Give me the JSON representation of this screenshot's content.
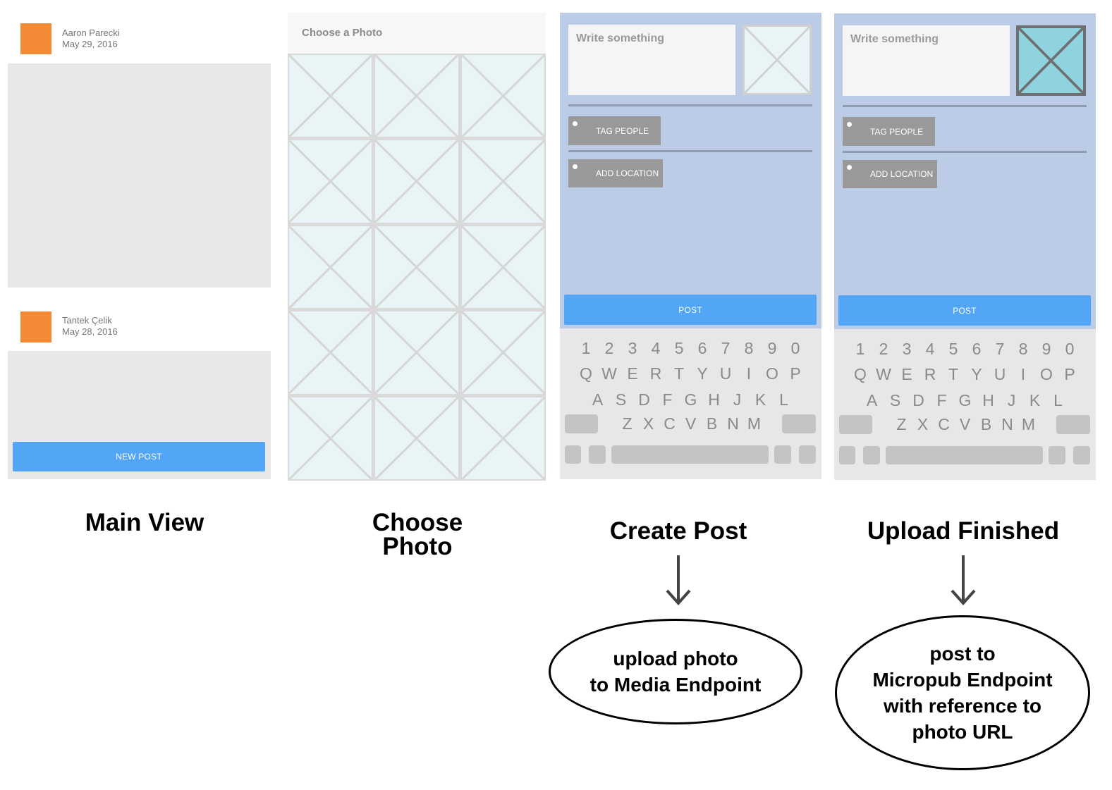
{
  "colors": {
    "accent_avatar": "#f28a36",
    "button_blue": "#52a6f5",
    "compose_bg": "#bdcce6",
    "placeholder_gray": "#e7e7e7",
    "photo_selected": "#8fd3df"
  },
  "main_view": {
    "posts": [
      {
        "author": "Aaron Parecki",
        "date": "May 29, 2016"
      },
      {
        "author": "Tantek Çelik",
        "date": "May 28, 2016"
      }
    ],
    "new_post_label": "NEW POST",
    "label": "Main View"
  },
  "choose_photo": {
    "header": "Choose a Photo",
    "label_line1": "Choose",
    "label_line2": "Photo",
    "thumbnail_icon": "image-placeholder-icon"
  },
  "create_post": {
    "placeholder": "Write something",
    "tag_people": "TAG PEOPLE",
    "add_location": "ADD LOCATION",
    "post_label": "POST",
    "label": "Create Post",
    "note_line1": "upload photo",
    "note_line2": "to Media Endpoint"
  },
  "upload_finished": {
    "placeholder": "Write something",
    "tag_people": "TAG PEOPLE",
    "add_location": "ADD LOCATION",
    "post_label": "POST",
    "label": "Upload Finished",
    "note_line1": "post to",
    "note_line2": "Micropub Endpoint",
    "note_line3": "with reference to",
    "note_line4": "photo URL"
  },
  "keyboard": {
    "row1": [
      "1",
      "2",
      "3",
      "4",
      "5",
      "6",
      "7",
      "8",
      "9",
      "0"
    ],
    "row2": [
      "Q",
      "W",
      "E",
      "R",
      "T",
      "Y",
      "U",
      "I",
      "O",
      "P"
    ],
    "row3": [
      "A",
      "S",
      "D",
      "F",
      "G",
      "H",
      "J",
      "K",
      "L"
    ],
    "row4": [
      "Z",
      "X",
      "C",
      "V",
      "B",
      "N",
      "M"
    ]
  }
}
